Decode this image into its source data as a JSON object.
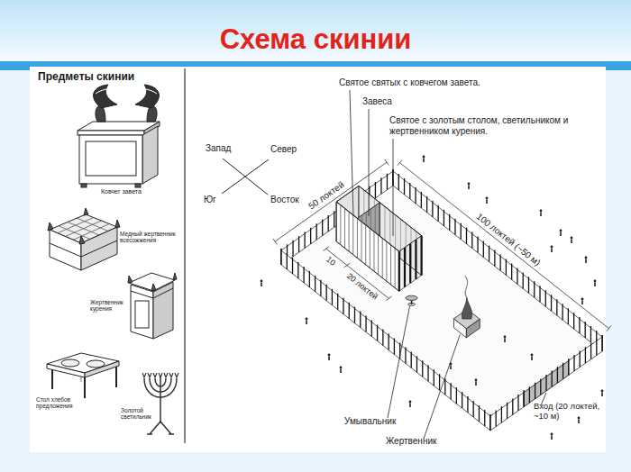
{
  "diagram": {
    "title": "Схема скинии",
    "labels": [
      "Предметы скинии",
      "Ковчег завета",
      "Медный жертвенник всесожжения",
      "Жертвенник курения",
      "Стол хлебов предложения",
      "Золотой светильник",
      "Святое святых с ковчегом завета.",
      "Завеса",
      "Запад",
      "Север",
      "Святое с золотым столом, светильником и жертвенником курения.",
      "Юг",
      "Восток",
      "50 локтей",
      "100 локтей (~50 м)",
      "10",
      "20 локтей",
      "Умывальник",
      "Вход (20 локтей, ~10 м)",
      "Жертвенник"
    ]
  }
}
